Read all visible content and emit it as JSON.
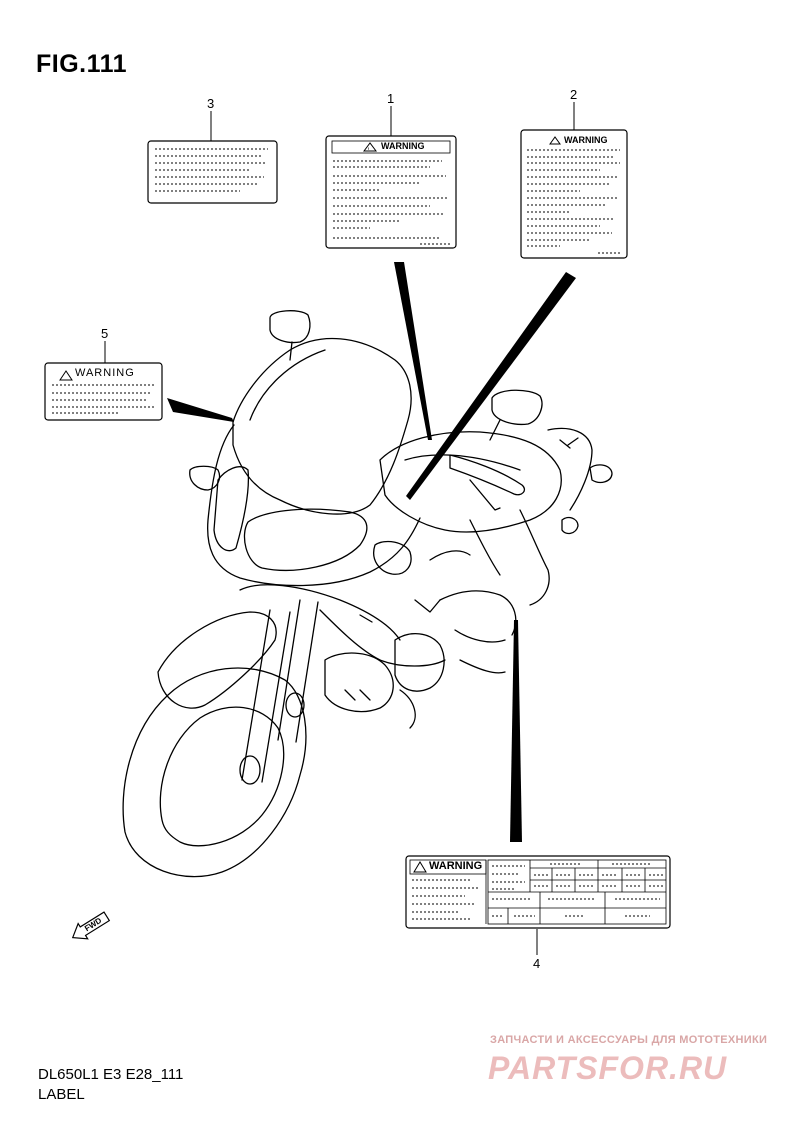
{
  "figure": {
    "title": "FIG.111"
  },
  "callouts": [
    "1",
    "2",
    "3",
    "4",
    "5"
  ],
  "labels": {
    "label1": {
      "warning_text": "WARNING"
    },
    "label2": {
      "warning_text": "WARNING"
    },
    "label4": {
      "warning_text": "WARNING"
    },
    "label5": {
      "warning_text": "WARNING"
    }
  },
  "fwd_text": "FWD",
  "footer": {
    "code": "DL650L1 E3 E28_111",
    "name": "LABEL"
  },
  "watermark": {
    "tagline": "ЗАПЧАСТИ И АКСЕССУАРЫ ДЛЯ МОТОТЕХНИКИ",
    "logo": "PARTSFOR.RU"
  },
  "colors": {
    "line": "#000000",
    "watermark": "#e0a8a8"
  }
}
